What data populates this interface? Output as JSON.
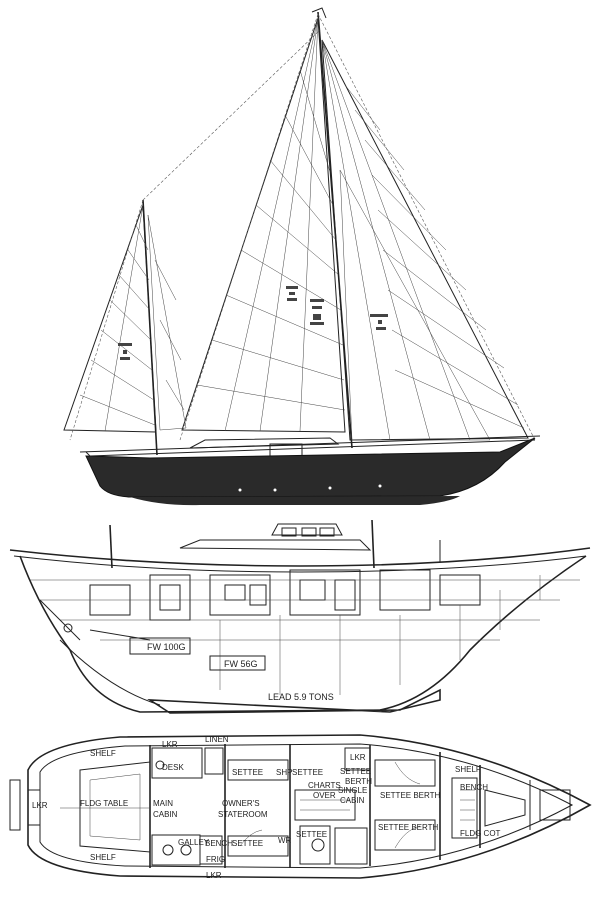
{
  "sail_plan": {
    "sail_labels": {
      "mizzen": "",
      "main": "",
      "genoa": ""
    }
  },
  "profile": {
    "labels": {
      "fw_fwd": "FW 100G",
      "fw_aft": "FW 56G",
      "lead": "LEAD 5.9 TONS"
    }
  },
  "plan": {
    "labels": {
      "shelf_top": "SHELF",
      "lkr_top": "LKR",
      "linen": "LINEN",
      "desk": "DESK",
      "flog_table": "FLDG TABLE",
      "lkr_stern": "LKR",
      "main_cabin": "MAIN",
      "main_cabin2": "CABIN",
      "settee_top": "SETTEE",
      "owners": "OWNER'S",
      "stateroom": "STATEROOM",
      "shp": "SHP",
      "settee_mid": "SETTEE",
      "charts": "CHARTS",
      "over": "OVER",
      "single": "SINGLE",
      "cabin": "CABIN",
      "lkr_fwd": "LKR",
      "settee_berth_top": "SETTEE",
      "berth_top": "BERTH",
      "settee_berth_fwd": "SETTEE BERTH",
      "settee_berth_bot": "SETTEE BERTH",
      "shelf_fwd": "SHELF",
      "bench_fwd": "BENCH",
      "fldg_cot": "FLDG COT",
      "galley": "GALLEY",
      "bench": "BENCH",
      "frig": "FRIG",
      "settee_bot": "SETTEE",
      "wr": "WR",
      "settee_bot2": "SETTEE",
      "shelf_bot": "SHELF",
      "lkr_bot": "LKR"
    }
  },
  "icons": [
    "sailboat-sail-plan",
    "hull-profile",
    "accommodation-plan"
  ]
}
